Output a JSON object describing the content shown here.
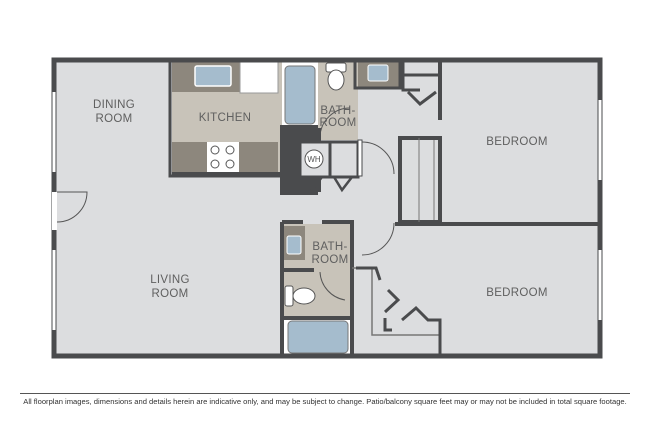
{
  "rooms": {
    "dining": [
      "DINING",
      "ROOM"
    ],
    "kitchen": "KITCHEN",
    "bath1": [
      "BATH-",
      "ROOM"
    ],
    "bedroom1": "BEDROOM",
    "living": [
      "LIVING",
      "ROOM"
    ],
    "bath2": [
      "BATH-",
      "ROOM"
    ],
    "bedroom2": "BEDROOM",
    "water_heater": "WH"
  },
  "colors": {
    "wall": "#4a4b4d",
    "floor": "#dcdddf",
    "kitchen_floor": "#c8c3b9",
    "counter": "#8d877d",
    "fixture": "#a5bccd"
  },
  "disclaimer": "All floorplan images, dimensions and details herein are indicative only, and may be subject to change. Patio/balcony square feet may or may not be included in total square footage."
}
